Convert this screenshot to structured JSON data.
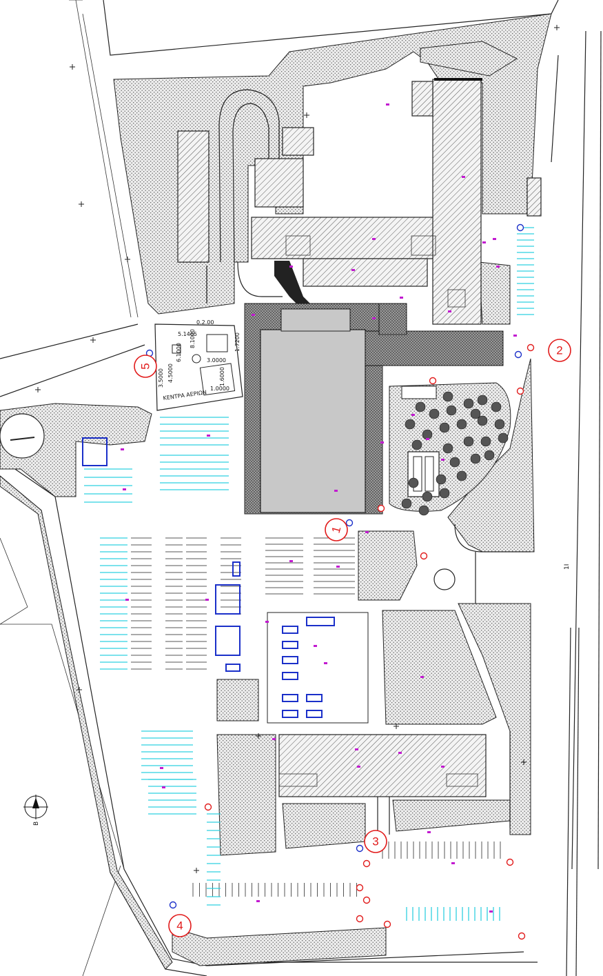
{
  "drawing": {
    "markers": [
      "1",
      "2",
      "3",
      "4",
      "5"
    ],
    "inset_label": "ΚΕΝΤΡΑ ΑΕΡΙΩΝ",
    "dimensions": [
      "3.5000",
      "5.1465",
      "6.1000",
      "4.5000",
      "8.1000",
      "3.0000",
      "0.2.00",
      "1.7200",
      "1.6000",
      "1.0000"
    ],
    "compass_label": "Β",
    "road_label": "1Ι"
  },
  "colors": {
    "marker": "#e11a1a",
    "hydrant": "#1a2fc9",
    "parking_cyan": "#2fd0e0",
    "annotation": "#c21ad0",
    "building_gray": "#c8c8c8"
  }
}
